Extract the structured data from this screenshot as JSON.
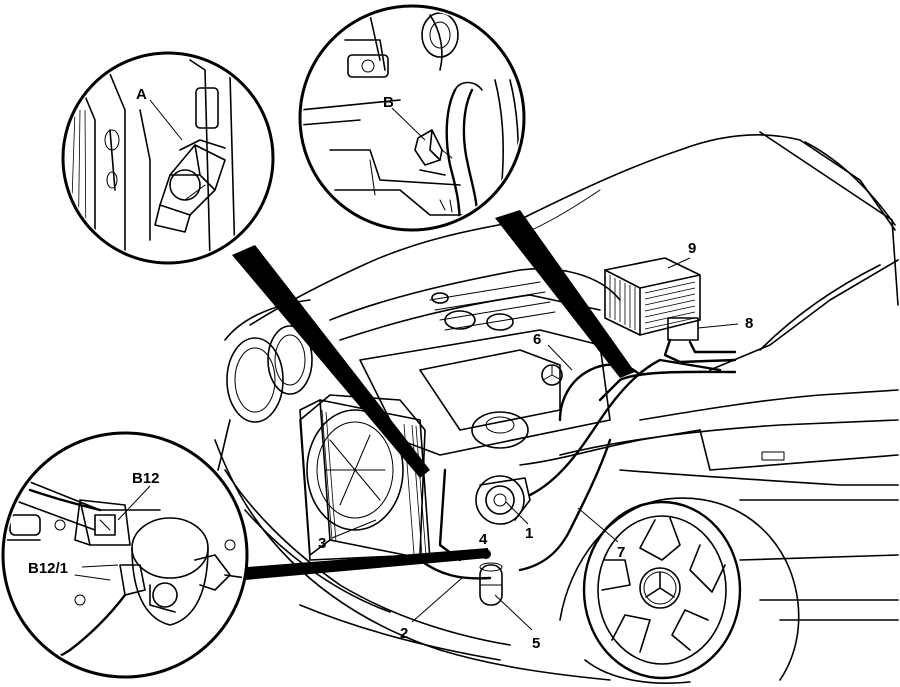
{
  "labels": {
    "c1": "1",
    "c2": "2",
    "c3": "3",
    "c4": "4",
    "c5": "5",
    "c6": "6",
    "c7": "7",
    "c8": "8",
    "c9": "9",
    "a": "A",
    "b": "B",
    "b12": "B12",
    "b12_1": "B12/1"
  }
}
